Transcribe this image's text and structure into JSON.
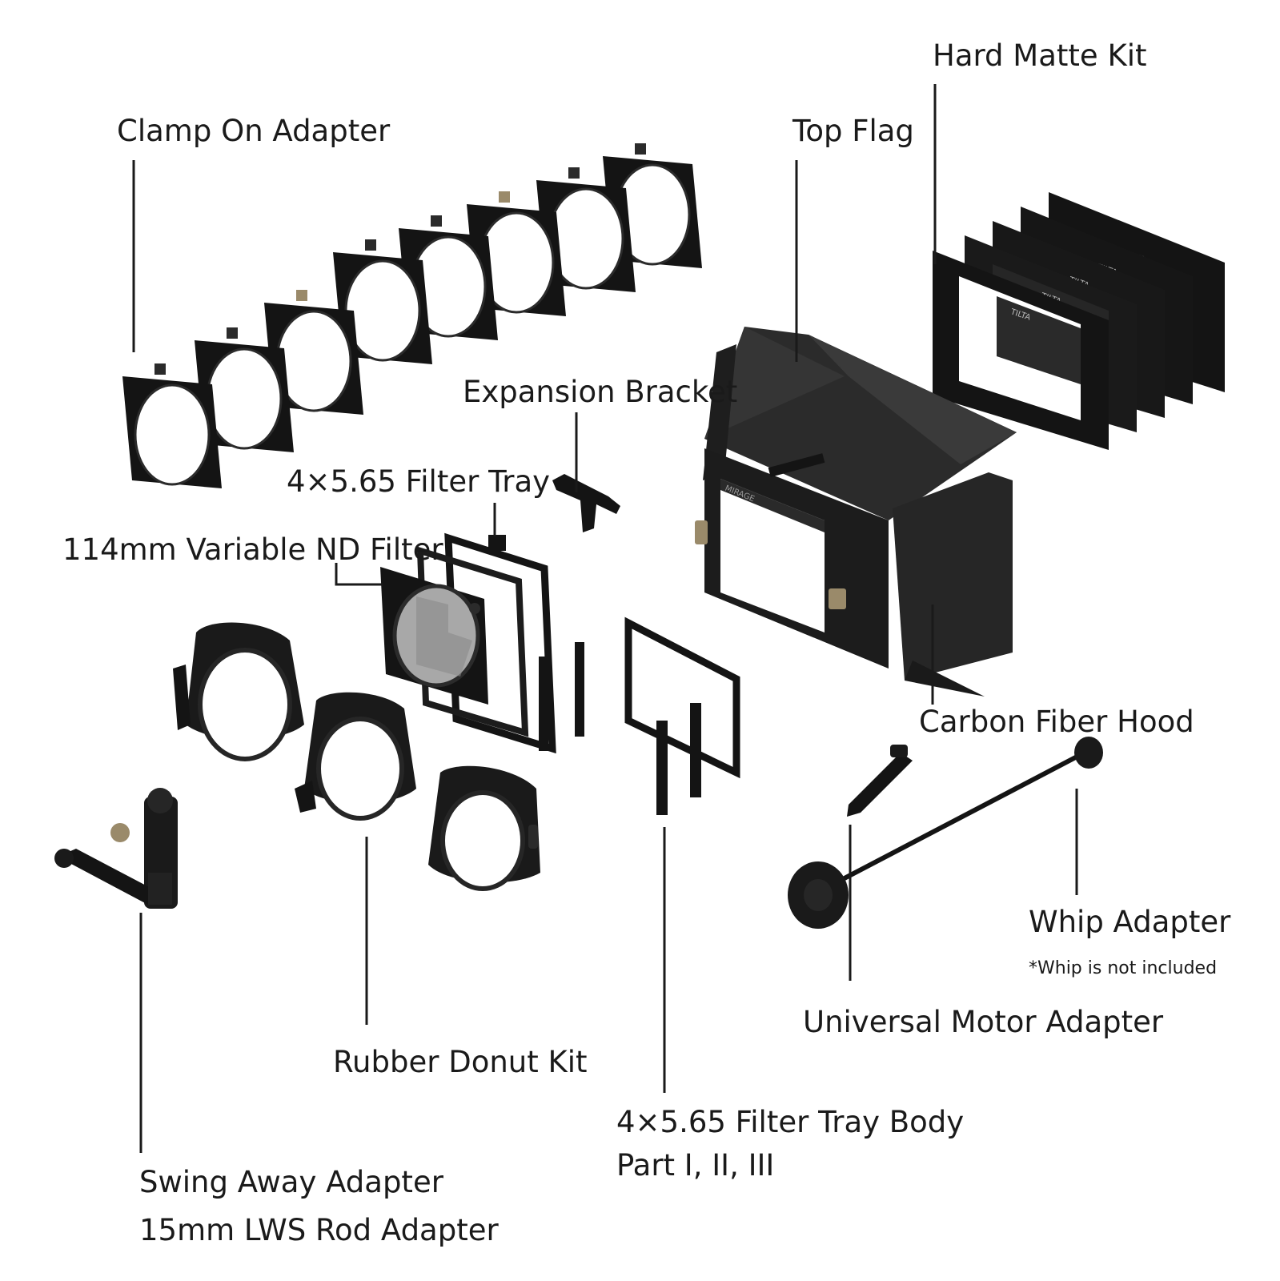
{
  "colors": {
    "background": "#ffffff",
    "text": "#1a1a1a",
    "part": "#141414",
    "part_light": "#2b2b2b",
    "accent_brass": "#9a8a6a",
    "glass": "#f4f4f4"
  },
  "labels": {
    "hard_matte_kit": "Hard Matte Kit",
    "top_flag": "Top Flag",
    "clamp_on_adapter": "Clamp On Adapter",
    "expansion_bracket": "Expansion Bracket",
    "filter_tray": "4×5.65 Filter Tray",
    "variable_nd": "114mm Variable ND Filter",
    "carbon_fiber_hood": "Carbon Fiber Hood",
    "whip_adapter": "Whip Adapter",
    "whip_note": "*Whip is not included",
    "universal_motor_adapter": "Universal Motor Adapter",
    "rubber_donut_kit": "Rubber Donut Kit",
    "tray_body_line1": "4×5.65 Filter Tray Body",
    "tray_body_line2": "Part I, II, III",
    "swing_away_line1": "Swing Away Adapter",
    "swing_away_line2": "15mm LWS Rod Adapter"
  },
  "brand": {
    "hood_mark": "MIRAGE",
    "matte_mark": "TILTA"
  },
  "icons": {
    "clamp_ring": "clamp-adapter-ring-icon",
    "matte_plate": "hard-matte-plate-icon",
    "donut": "rubber-donut-icon"
  }
}
